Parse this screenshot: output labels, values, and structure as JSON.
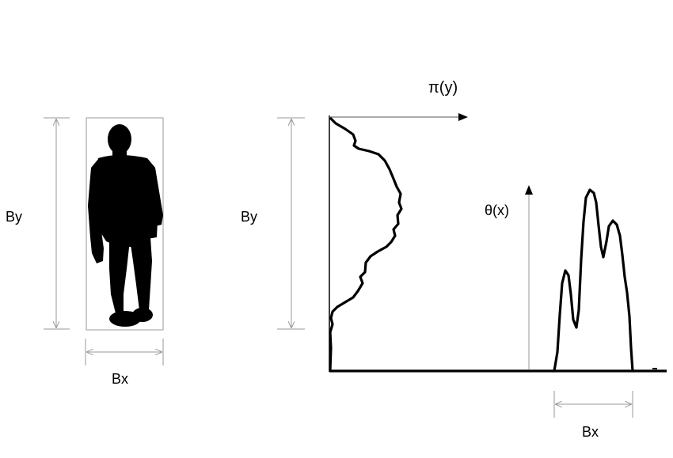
{
  "labels": {
    "by_left": "By",
    "bx_left": "Bx",
    "by_right": "By",
    "pi_y": "π(y)",
    "theta_x": "θ(x)",
    "bx_right": "Bx"
  },
  "colors": {
    "ink": "#000000",
    "dimension": "#9a9a9a",
    "background": "#ffffff"
  },
  "icons": {
    "figure": "walking-person-silhouette"
  }
}
